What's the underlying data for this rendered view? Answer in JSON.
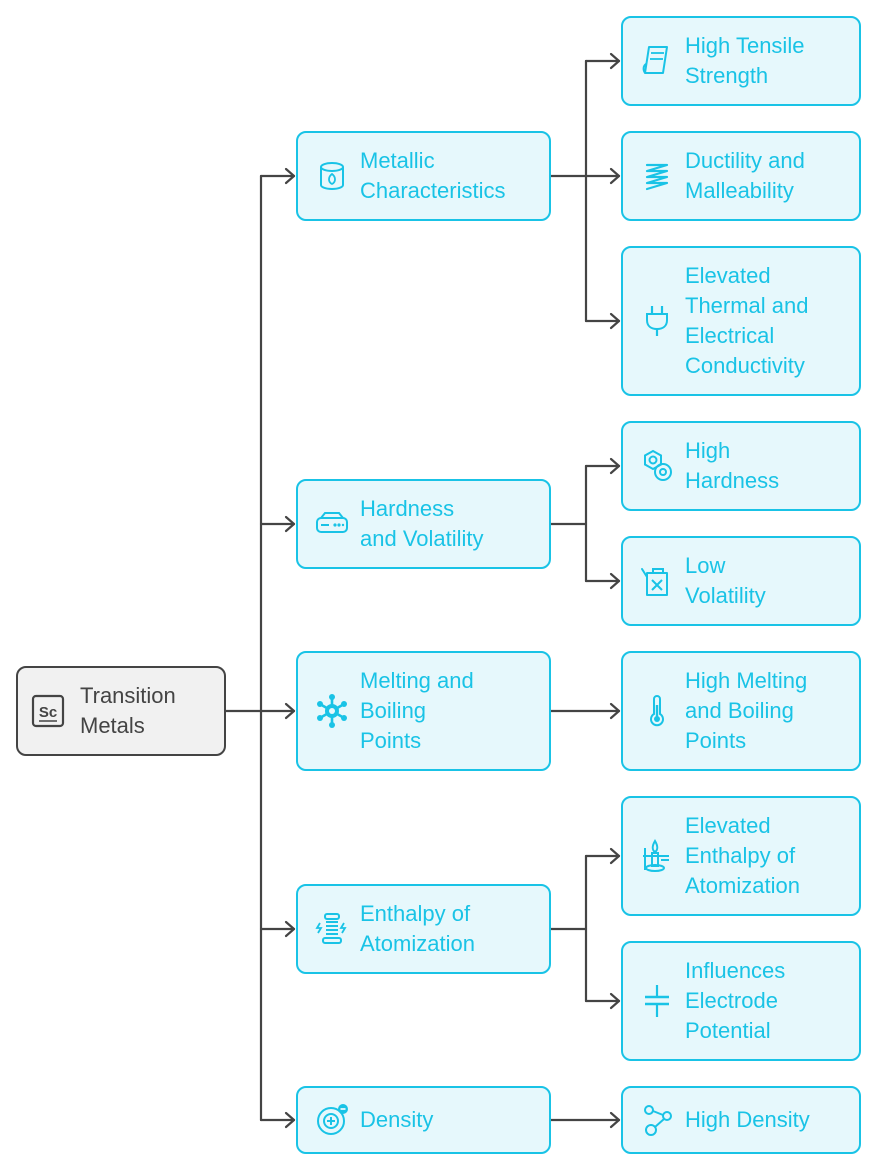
{
  "diagram": {
    "root": {
      "label": "Transition\nMetals",
      "icon": "periodic-element-sc-icon",
      "icon_text": "Sc"
    },
    "categories": [
      {
        "id": "metallic",
        "label": "Metallic\nCharacteristics",
        "icon": "metal-cylinder-icon",
        "children": [
          {
            "label": "High Tensile\nStrength",
            "icon": "metal-sheet-icon"
          },
          {
            "label": "Ductility and\nMalleability",
            "icon": "coil-spring-icon"
          },
          {
            "label": "Elevated\nThermal and\nElectrical\nConductivity",
            "icon": "electric-plug-icon"
          }
        ]
      },
      {
        "id": "hardness",
        "label": "Hardness\nand Volatility",
        "icon": "hard-drive-icon",
        "children": [
          {
            "label": "High\nHardness",
            "icon": "hex-nut-icon"
          },
          {
            "label": "Low\nVolatility",
            "icon": "fuel-can-icon"
          }
        ]
      },
      {
        "id": "melting",
        "label": "Melting and\nBoiling\nPoints",
        "icon": "snowflake-icon",
        "children": [
          {
            "label": "High Melting\nand Boiling\nPoints",
            "icon": "thermometer-icon"
          }
        ]
      },
      {
        "id": "enthalpy",
        "label": "Enthalpy of\nAtomization",
        "icon": "tesla-coil-icon",
        "children": [
          {
            "label": "Elevated\nEnthalpy of\nAtomization",
            "icon": "bunsen-burner-icon"
          },
          {
            "label": "Influences\nElectrode\nPotential",
            "icon": "capacitor-icon"
          }
        ]
      },
      {
        "id": "density",
        "label": "Density",
        "icon": "atom-plus-icon",
        "children": [
          {
            "label": "High Density",
            "icon": "molecule-icon"
          }
        ]
      }
    ]
  },
  "colors": {
    "accent": "#19c3e6",
    "fill": "#e6f8fc",
    "root_fill": "#f1f1f1",
    "root_stroke": "#444444",
    "connector": "#444444"
  }
}
